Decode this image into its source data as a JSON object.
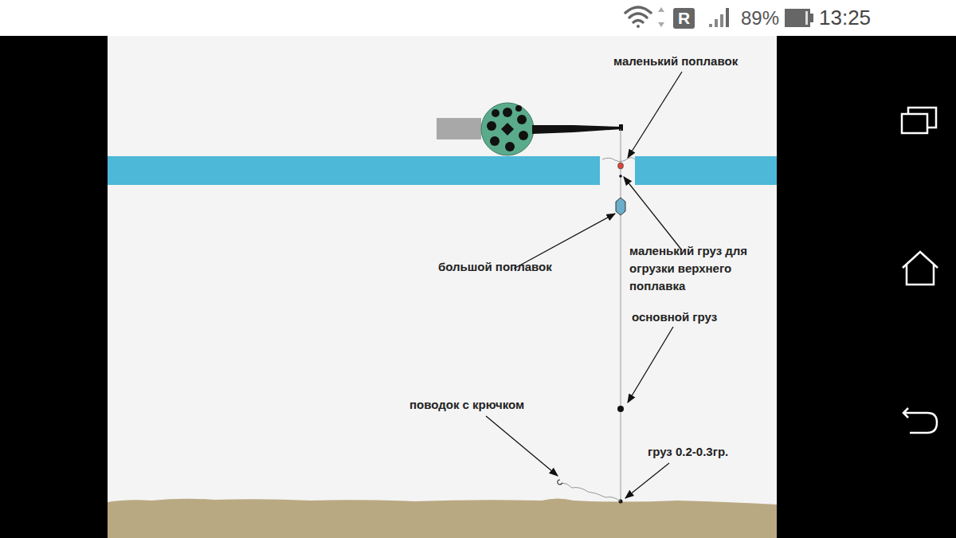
{
  "diagram": {
    "labels": [
      "R",
      "89%",
      "13:25",
      "маленький поплавок",
      "большой поплавок",
      "маленький груз для огрузки верхнего поплавка",
      "основной груз",
      "поводок с крючком",
      "груз 0.2-0.3гр."
    ]
  }
}
